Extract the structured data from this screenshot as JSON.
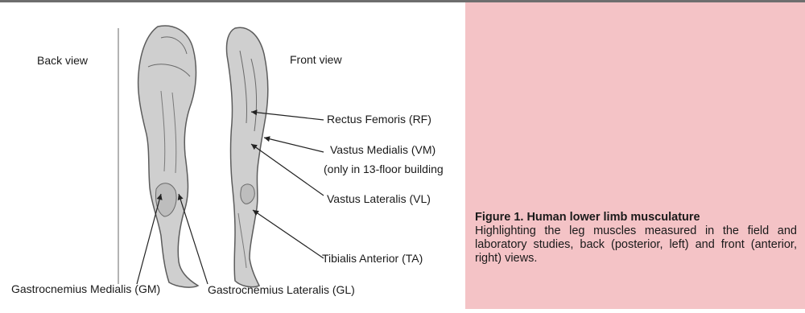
{
  "figure": {
    "labels": {
      "back_view": "Back view",
      "front_view": "Front view",
      "rf": "Rectus Femoris (RF)",
      "vm": "Vastus Medialis (VM)",
      "vm_note": "(only in 13-floor building",
      "vl": "Vastus Lateralis (VL)",
      "ta": "Tibialis Anterior (TA)",
      "gm": "Gastrocnemius Medialis (GM)",
      "gl": "Gastrocnemius Lateralis (GL)"
    }
  },
  "caption": {
    "title": "Figure 1. Human lower limb musculature",
    "body": "Highlighting the leg muscles measured in the field and laboratory studies, back (posterior, left) and front (anterior, right) views."
  },
  "colors": {
    "panel": "#f4c3c6",
    "rule": "#6e6e6e"
  }
}
